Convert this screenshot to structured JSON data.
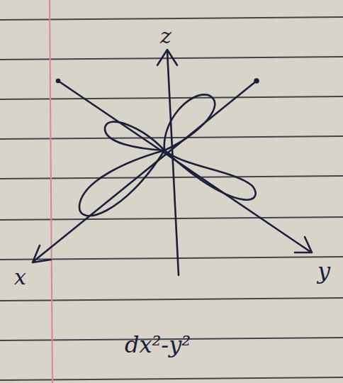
{
  "diagram": {
    "caption": "dx²-y²",
    "labels": [
      "z",
      "x",
      "y"
    ]
  }
}
